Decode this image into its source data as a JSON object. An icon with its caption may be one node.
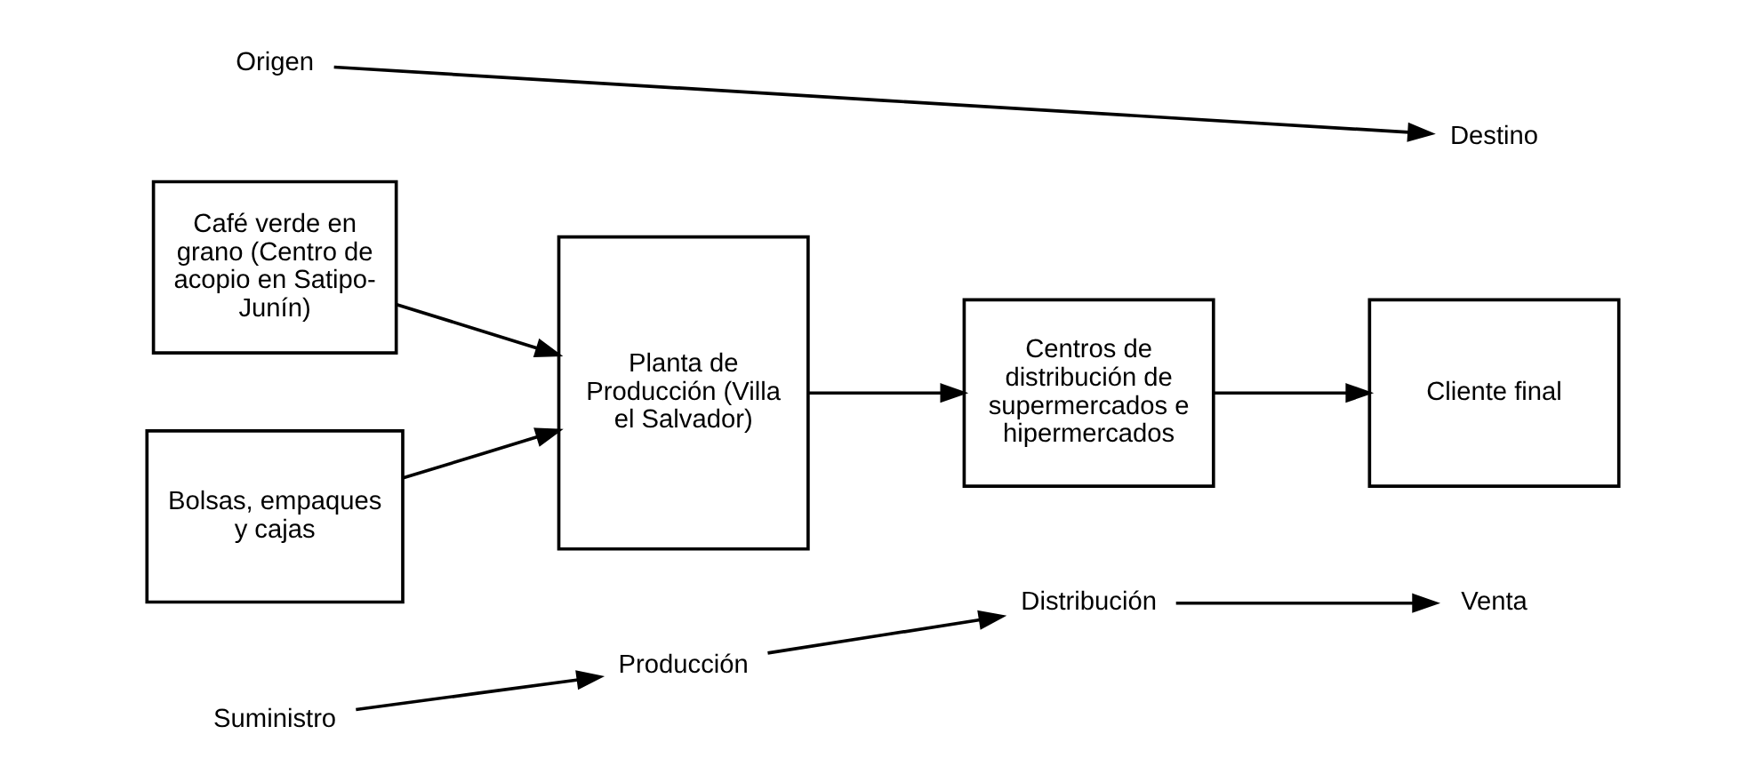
{
  "diagram": {
    "nodes": [
      {
        "text": [
          "Origen"
        ]
      },
      {
        "text": [
          "Destino"
        ]
      },
      {
        "text": [
          "Café verde en grano (Centro de acopio en Satipo-Junín)"
        ]
      },
      {
        "text": [
          "Bolsas, empaques y cajas"
        ]
      },
      {
        "text": [
          "Planta de Producción (Villa el Salvador)"
        ]
      },
      {
        "text": [
          "Centros de distribución de supermercados e hipermercados"
        ]
      },
      {
        "text": [
          "Cliente final"
        ]
      },
      {
        "text": [
          "Suministro"
        ]
      },
      {
        "text": [
          "Producción"
        ]
      },
      {
        "text": [
          "Distribución"
        ]
      },
      {
        "text": [
          "Venta"
        ]
      }
    ],
    "edges": [
      {
        "from": 0,
        "to": 1,
        "arrow": "to"
      },
      {
        "from": 2,
        "to": 4,
        "arrow": "to"
      },
      {
        "from": 3,
        "to": 4,
        "arrow": "to"
      },
      {
        "from": 4,
        "to": 5,
        "arrow": "to"
      },
      {
        "from": 5,
        "to": 6,
        "arrow": "to"
      },
      {
        "from": 7,
        "to": 8,
        "arrow": "to"
      },
      {
        "from": 8,
        "to": 9,
        "arrow": "to"
      },
      {
        "from": 9,
        "to": 10,
        "arrow": "to"
      }
    ]
  }
}
